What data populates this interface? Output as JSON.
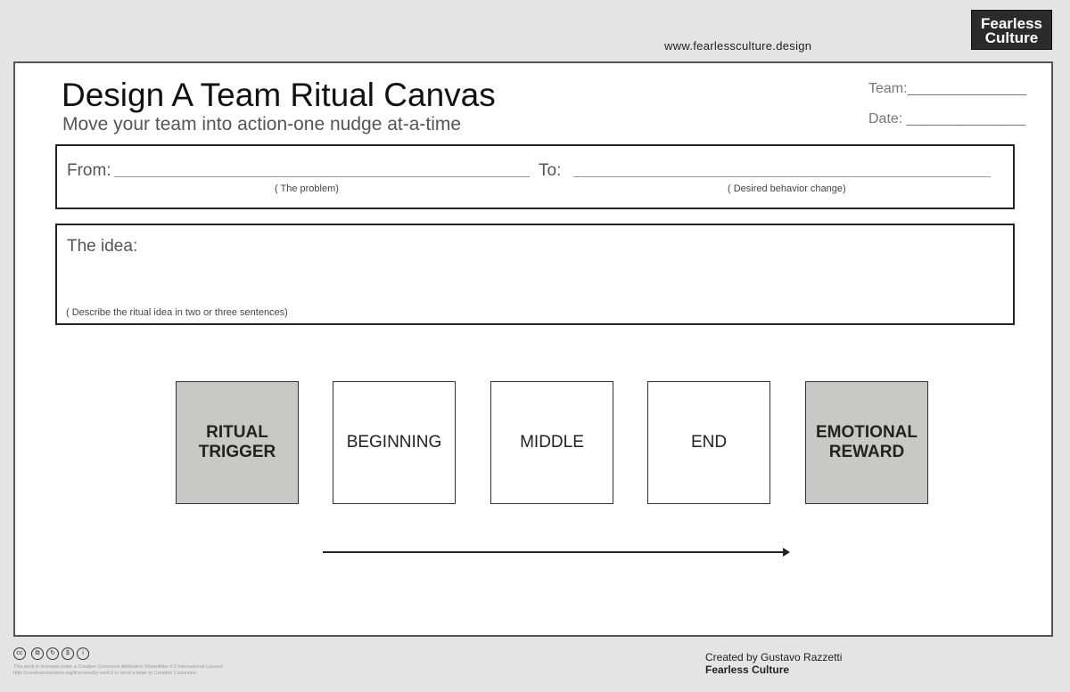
{
  "header": {
    "url": "www.fearlessculture.design",
    "logo_text": [
      "Fearless",
      "Culture"
    ]
  },
  "canvas": {
    "title": "Design A Team Ritual Canvas",
    "subtitle": "Move your team into action-one nudge at-a-time",
    "team_label": "Team:_______________",
    "date_label": "Date:  _______________",
    "from_label": "From:",
    "from_hint": "( The problem)",
    "to_label": "To:",
    "to_hint": "( Desired behavior change)",
    "idea_label": "The idea:",
    "idea_hint": "( Describe the ritual idea in two or three sentences)",
    "steps": [
      {
        "label": "RITUAL TRIGGER",
        "highlight": true
      },
      {
        "label": "BEGINNING",
        "highlight": false
      },
      {
        "label": "MIDDLE",
        "highlight": false
      },
      {
        "label": "END",
        "highlight": false
      },
      {
        "label": "EMOTIONAL REWARD",
        "highlight": true
      }
    ],
    "highlight_color": "#c9c8c4"
  },
  "footer": {
    "cc_icons": [
      "cc-icon",
      "copy-icon",
      "share-alike-icon",
      "noncommercial-icon",
      "attribution-icon"
    ],
    "license_line1": "This work is licensed under a Creative Commons Attribution ShareAlike 4.0 International License",
    "license_line2": "http://creativecommons.org/licenses/by-sa/4.0 or send a letter to Creative Commons.",
    "created_by": "Created by Gustavo Razzetti",
    "brand": "Fearless Culture"
  }
}
